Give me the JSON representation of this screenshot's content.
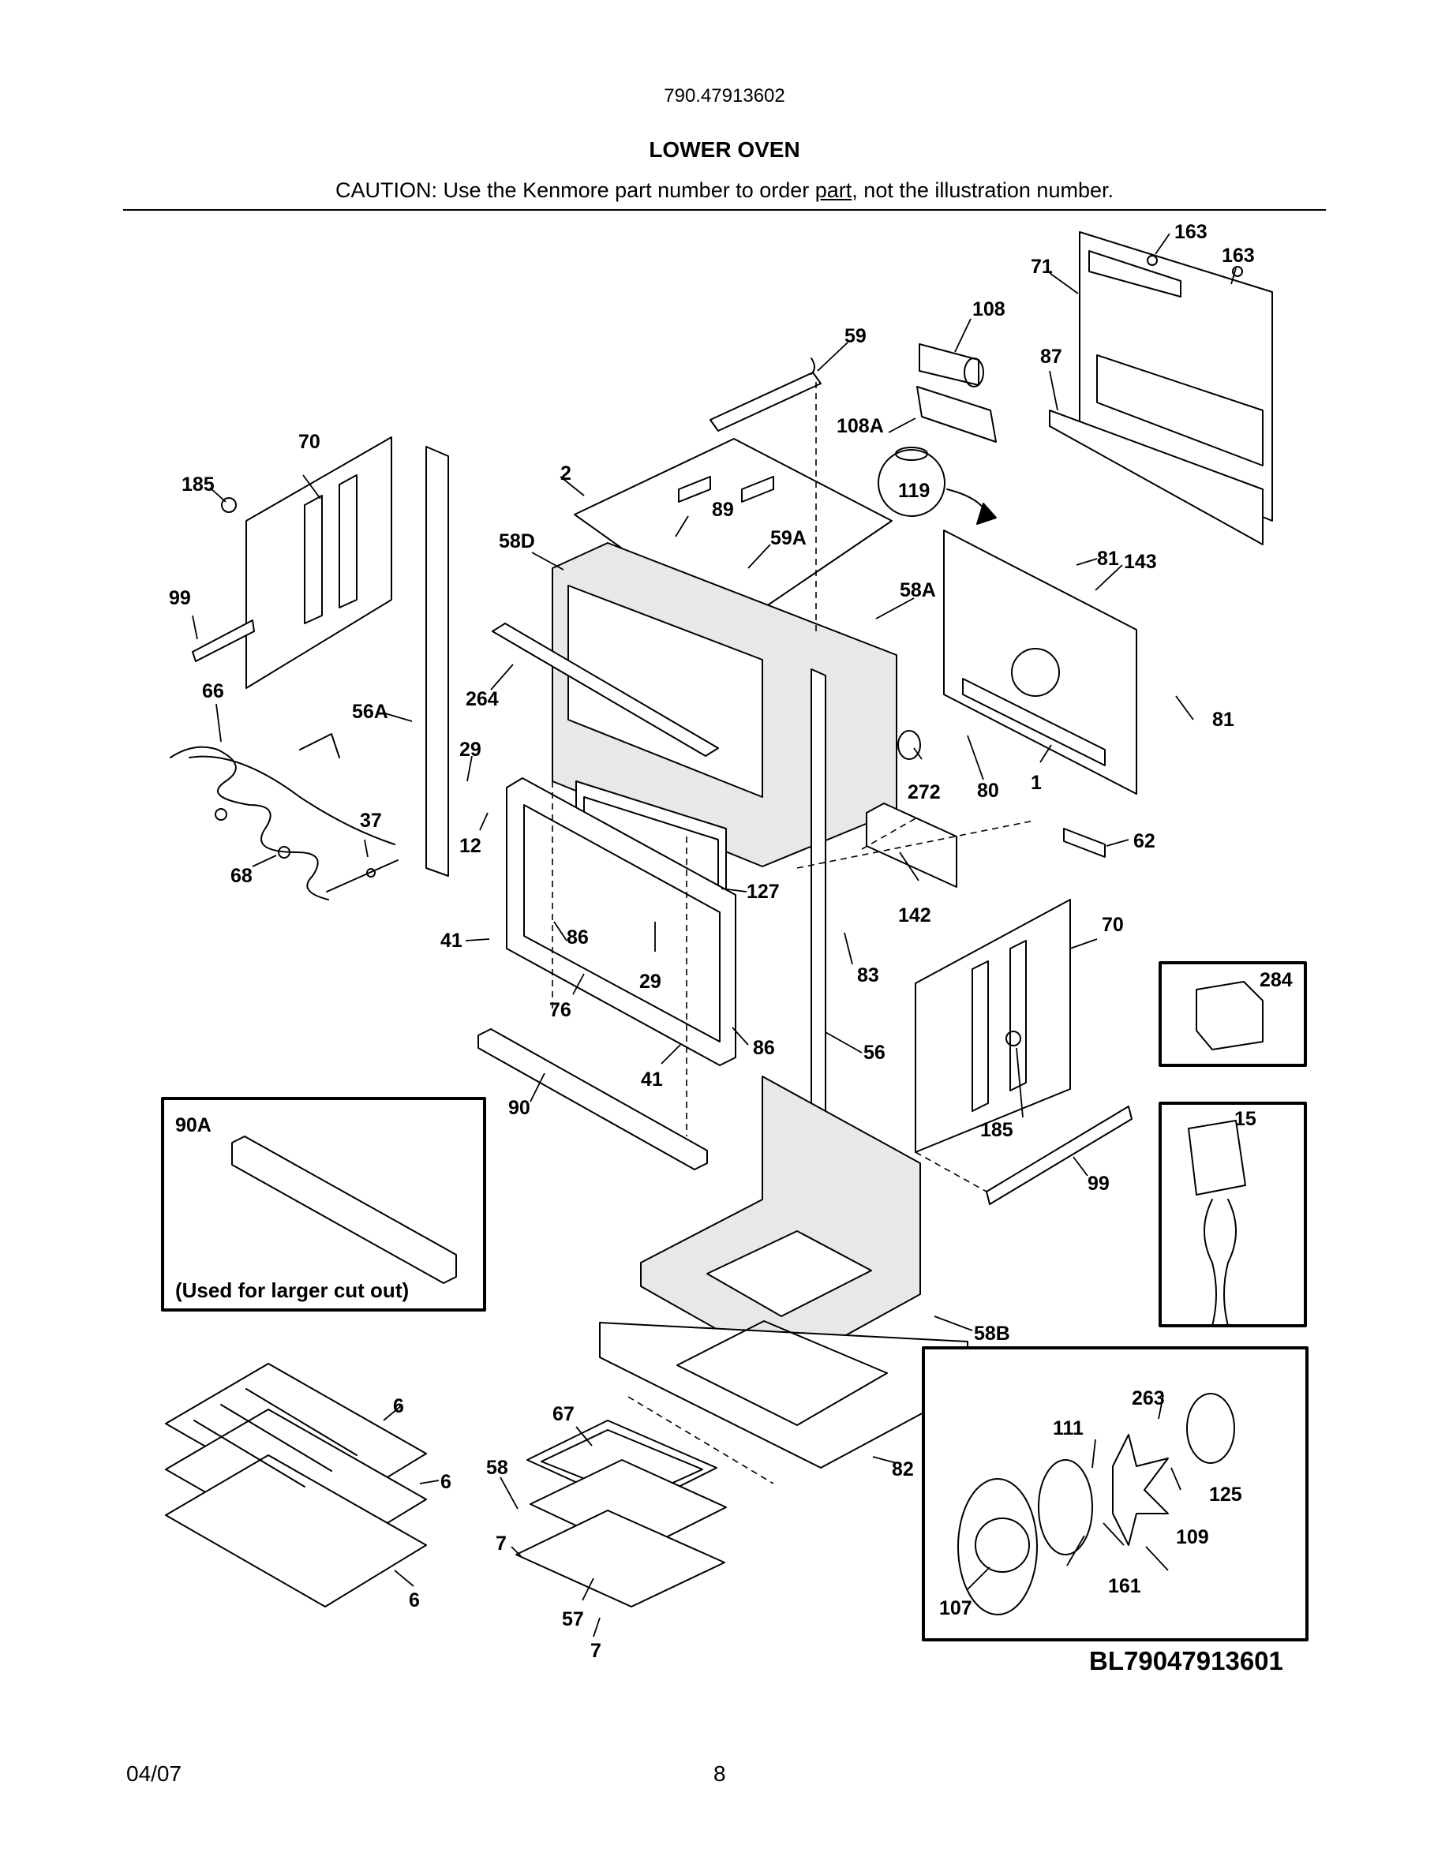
{
  "header": {
    "model_number": "790.47913602",
    "section_title": "LOWER OVEN",
    "caution_prefix": "CAUTION: Use the Kenmore part number to order ",
    "caution_link": "part",
    "caution_suffix": ", not the illustration number."
  },
  "diagram": {
    "part_labels": [
      "163",
      "163",
      "71",
      "108",
      "59",
      "87",
      "108A",
      "119",
      "70",
      "185",
      "2",
      "89",
      "58D",
      "59A",
      "58A",
      "81",
      "143",
      "99",
      "66",
      "56A",
      "264",
      "29",
      "12",
      "37",
      "68",
      "127",
      "142",
      "272",
      "80",
      "1",
      "81",
      "62",
      "41",
      "86",
      "29",
      "76",
      "83",
      "70",
      "284",
      "86",
      "41",
      "56",
      "90",
      "185",
      "15",
      "99",
      "90A",
      "58B",
      "263",
      "6",
      "67",
      "111",
      "58",
      "6",
      "125",
      "82",
      "109",
      "7",
      "161",
      "6",
      "57",
      "107",
      "7"
    ],
    "inset_90A_note": "(Used for larger cut out)",
    "diagram_id": "BL79047913601"
  },
  "footer": {
    "date": "04/07",
    "page_number": "8"
  }
}
